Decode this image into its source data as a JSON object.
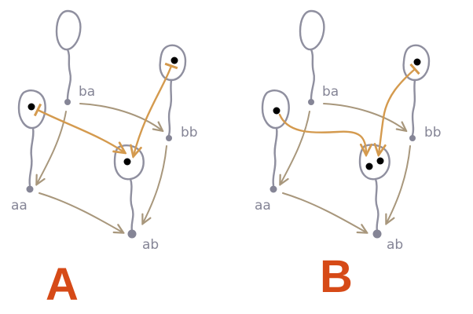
{
  "colors": {
    "node_stroke": "#8f8f9f",
    "node_dot": "#858596",
    "arrow_tan": "#a8977c",
    "arrow_orange": "#d49a4e",
    "label": "#858596",
    "big_letter": "#d64a17",
    "token": "#000000"
  },
  "panel_a": {
    "letter": "A",
    "nodes": {
      "ba": "ba",
      "bb": "bb",
      "aa": "aa",
      "ab": "ab"
    }
  },
  "panel_b": {
    "letter": "B",
    "nodes": {
      "ba": "ba",
      "bb": "bb",
      "aa": "aa",
      "ab": "ab"
    }
  }
}
